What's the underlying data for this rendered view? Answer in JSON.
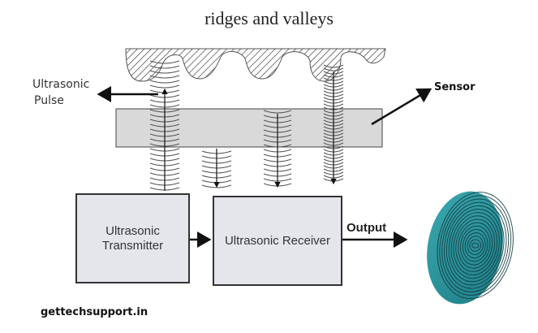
{
  "title": "ridges and valleys",
  "labels": {
    "ultrasonic_pulse_line1": "Ultrasonic",
    "ultrasonic_pulse_line2": "Pulse",
    "sensor": "Sensor",
    "output": "Output",
    "watermark": "gettechsupport.in"
  },
  "blocks": {
    "transmitter_line1": "Ultrasonic",
    "transmitter_line2": "Transmitter",
    "receiver": "Ultrasonic Receiver"
  },
  "colors": {
    "sensor_bar": "#d9d9d9",
    "block_fill": "#e4e6ec",
    "fingerprint": "#2a8a92",
    "hatch": "#333333"
  },
  "icons": {
    "fingerprint": "fingerprint-image"
  }
}
